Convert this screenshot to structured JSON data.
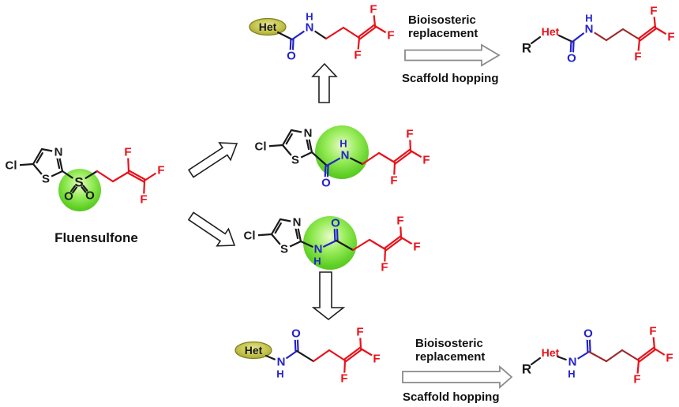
{
  "figure": {
    "fluensulfone_label": "Fluensulfone",
    "het_label": "Het",
    "r_label": "R",
    "bioisosteric_line1": "Bioisosteric",
    "bioisosteric_line2": "replacement",
    "scaffold_hopping": "Scaffold hopping"
  },
  "atoms": {
    "cl": "Cl",
    "n": "N",
    "s": "S",
    "o": "O",
    "h": "H",
    "f": "F"
  },
  "colors": {
    "chain_red": "#e8121a",
    "chain_dark_red": "#9e2b2b",
    "amide_blue": "#2323cc",
    "bond_black": "#1a1a1a",
    "highlight_green": "#5ccf24",
    "het_olive": "#b8b83a",
    "arrow_outline_gray": "#8a8a8a",
    "background": "#ffffff"
  }
}
